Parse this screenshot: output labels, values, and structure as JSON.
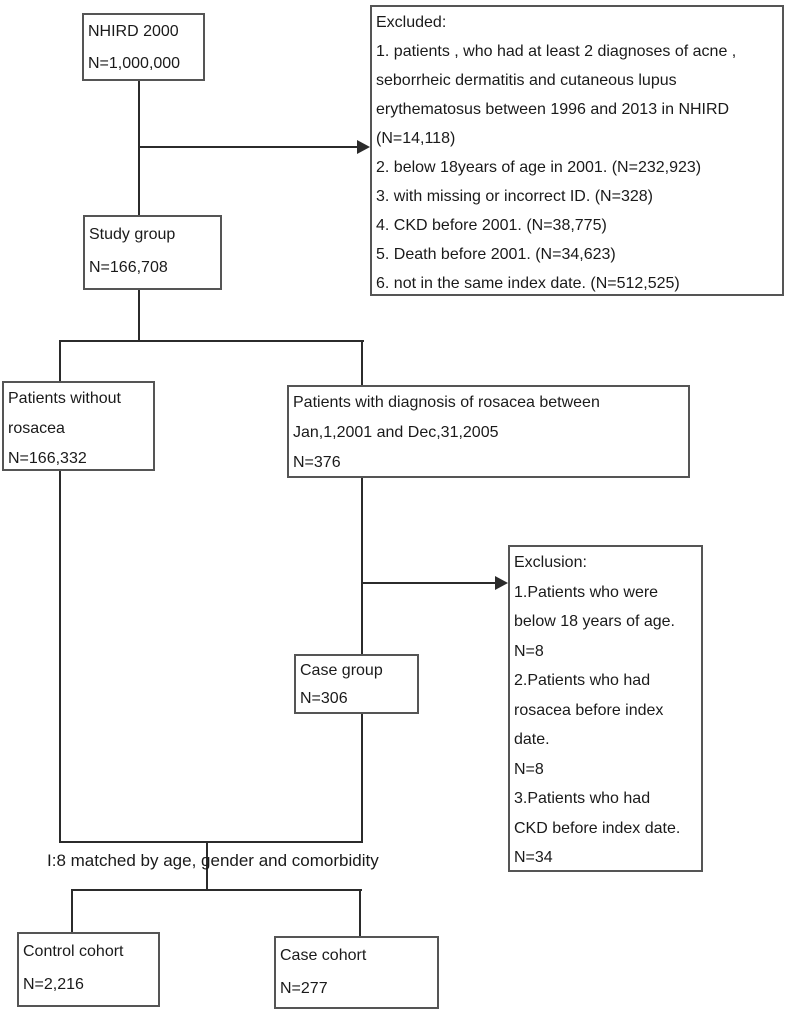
{
  "boxes": {
    "nhird": {
      "lines": [
        "NHIRD 2000",
        "N=1,000,000"
      ]
    },
    "excluded": {
      "lines": [
        "Excluded:",
        "1. patients , who had at least 2 diagnoses of acne ,",
        "seborrheic dermatitis and cutaneous lupus",
        "erythematosus between 1996 and 2013 in NHIRD",
        "(N=14,118)",
        "2. below 18years of age in 2001. (N=232,923)",
        "3. with missing or incorrect ID. (N=328)",
        "4. CKD before 2001. (N=38,775)",
        "5. Death before 2001. (N=34,623)",
        "6. not in the same index date. (N=512,525)"
      ]
    },
    "study_group": {
      "lines": [
        "Study group",
        "N=166,708"
      ]
    },
    "without_rosacea": {
      "lines": [
        "Patients without",
        "rosacea",
        "N=166,332"
      ]
    },
    "with_rosacea": {
      "lines": [
        "Patients with diagnosis of rosacea between",
        "Jan,1,2001 and Dec,31,2005",
        "N=376"
      ]
    },
    "exclusion": {
      "lines": [
        "Exclusion:",
        "1.Patients who were",
        "below 18 years of age.",
        "N=8",
        "2.Patients who had",
        "rosacea before index",
        "date.",
        "N=8",
        "3.Patients who had",
        "CKD before index date.",
        "N=34"
      ]
    },
    "case_group": {
      "lines": [
        "Case group",
        "N=306"
      ]
    },
    "control_cohort": {
      "lines": [
        "Control cohort",
        "N=2,216"
      ]
    },
    "case_cohort": {
      "lines": [
        "Case cohort",
        "N=277"
      ]
    }
  },
  "labels": {
    "matching": "I:8 matched by age, gender and comorbidity"
  },
  "colors": {
    "background": "#ffffff",
    "border": "#555555",
    "line": "#2b2b2b",
    "text": "#1a1a1a"
  }
}
